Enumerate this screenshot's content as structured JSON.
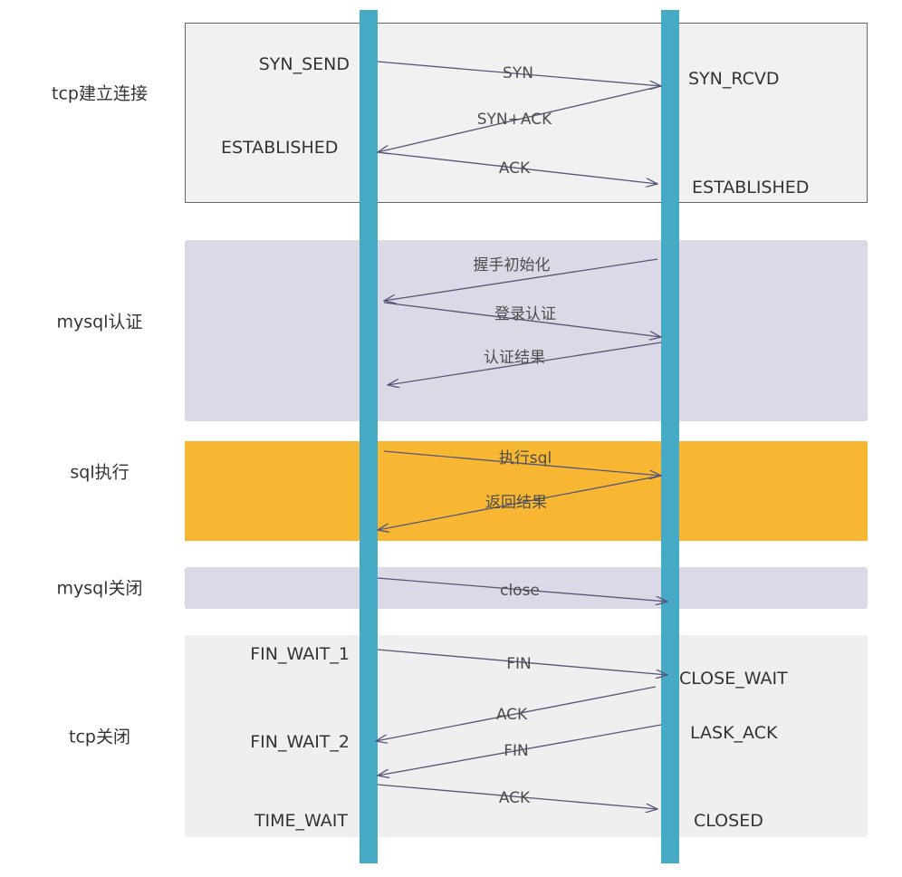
{
  "sections": {
    "tcp_connect": "tcp建立连接",
    "mysql_auth": "mysql认证",
    "sql_exec": "sql执行",
    "mysql_close": "mysql关闭",
    "tcp_close": "tcp关闭"
  },
  "states": {
    "syn_send": "SYN_SEND",
    "syn_rcvd": "SYN_RCVD",
    "established_client": "ESTABLISHED",
    "established_server": "ESTABLISHED",
    "fin_wait_1": "FIN_WAIT_1",
    "close_wait": "CLOSE_WAIT",
    "fin_wait_2": "FIN_WAIT_2",
    "lask_ack": "LASK_ACK",
    "time_wait": "TIME_WAIT",
    "closed": "CLOSED"
  },
  "messages": {
    "syn": "SYN",
    "syn_ack": "SYN+ACK",
    "ack": "ACK",
    "handshake_init": "握手初始化",
    "login_auth": "登录认证",
    "auth_result": "认证结果",
    "exec_sql": "执行sql",
    "return_result": "返回结果",
    "close": "close",
    "fin": "FIN",
    "ack_server": "ACK",
    "fin_server": "FIN",
    "ack_final": "ACK"
  },
  "colors": {
    "lifeline": "#47aac4",
    "tcp_band": "#f1f1f1",
    "auth_band": "#dcd9e6",
    "sql_band": "#f7b733",
    "arrow": "#55557a"
  }
}
